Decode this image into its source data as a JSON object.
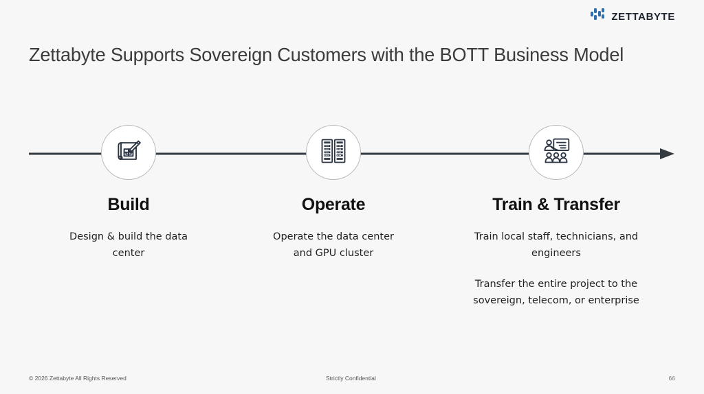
{
  "brand": {
    "logo_icon": "zettabyte-dots-logo-icon",
    "name": "ZETTABYTE",
    "accent_color": "#2f6fad",
    "dark_color": "#1d2430"
  },
  "slide": {
    "title": "Zettabyte Supports Sovereign Customers with the BOTT Business Model",
    "background_color": "#f7f7f7",
    "timeline": {
      "icon": "right-arrow-icon",
      "line_color": "#333a40",
      "direction": "left-to-right"
    }
  },
  "stages": [
    {
      "id": "build",
      "heading": "Build",
      "icon": "blueprint-pencil-icon",
      "paragraphs": [
        "Design & build the data center"
      ]
    },
    {
      "id": "operate",
      "heading": "Operate",
      "icon": "server-rack-icon",
      "paragraphs": [
        "Operate the data center and GPU cluster"
      ]
    },
    {
      "id": "train-transfer",
      "heading": "Train & Transfer",
      "icon": "training-presentation-icon",
      "paragraphs": [
        "Train local staff, technicians, and engineers",
        "Transfer the entire project to the sovereign, telecom, or enterprise"
      ]
    }
  ],
  "footer": {
    "copyright": "© 2026 Zettabyte All Rights Reserved",
    "confidentiality": "Strictly Confidential",
    "page_number": "66"
  }
}
